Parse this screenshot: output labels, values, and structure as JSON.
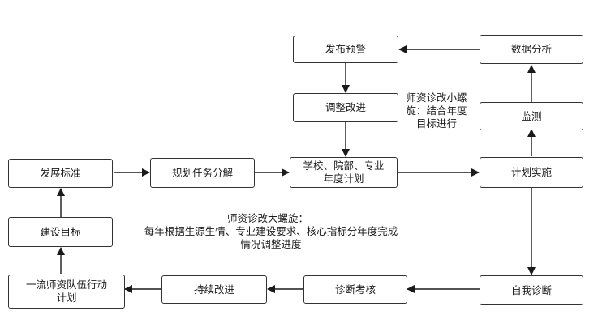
{
  "nodes": {
    "publish_warning": "发布预警",
    "data_analysis": "数据分析",
    "adjust_improve": "调整改进",
    "monitor": "监测",
    "dev_standard": "发展标准",
    "task_breakdown": "规划任务分解",
    "annual_plan": "学校、院部、专业年度计划",
    "plan_impl": "计划实施",
    "build_goal": "建设目标",
    "team_plan": "一流师资队伍行动计划",
    "continuous_improve": "持续改进",
    "diagnosis_eval": "诊断考核",
    "self_diagnosis": "自我诊断"
  },
  "notes": {
    "small_spiral": "师资诊改小螺旋：结合年度目标进行",
    "big_spiral_title": "师资诊改大螺旋：",
    "big_spiral_body": "每年根据生源生情、专业建设要求、核心指标分年度完成情况调整进度"
  }
}
